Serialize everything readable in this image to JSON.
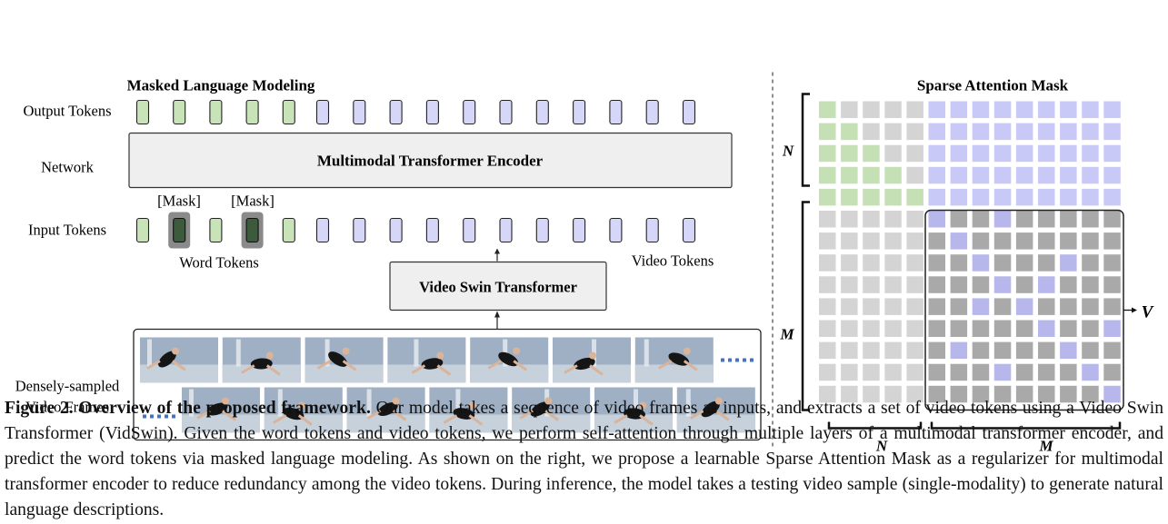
{
  "left_panel": {
    "title": "Masked Language Modeling",
    "row_labels": {
      "output": "Output Tokens",
      "network": "Network",
      "input": "Input Tokens",
      "frames": [
        "Densely-sampled",
        "Video Frames"
      ]
    },
    "encoder_label": "Multimodal Transformer Encoder",
    "swin_label": "Video Swin Transformer",
    "mask_label": "[Mask]",
    "word_tokens_label": "Word Tokens",
    "video_tokens_label": "Video Tokens",
    "word_token_count": 5,
    "video_token_count": 11,
    "masked_word_positions": [
      1,
      3
    ],
    "frames_per_row": 7
  },
  "right_panel": {
    "title": "Sparse Attention Mask",
    "n_size": 5,
    "m_size": 9,
    "label_N": "N",
    "label_M": "M",
    "label_V": "V",
    "learned_cells": [
      [
        0,
        0
      ],
      [
        1,
        1
      ],
      [
        2,
        2
      ],
      [
        3,
        3
      ],
      [
        4,
        4
      ],
      [
        5,
        5
      ],
      [
        6,
        6
      ],
      [
        7,
        7
      ],
      [
        8,
        8
      ],
      [
        0,
        3
      ],
      [
        2,
        6
      ],
      [
        3,
        5
      ],
      [
        4,
        2
      ],
      [
        5,
        8
      ],
      [
        6,
        1
      ],
      [
        7,
        3
      ]
    ]
  },
  "colors": {
    "word_token": "#c8e3b8",
    "video_token": "#d6d6f8",
    "masked_token": "#3d5a3d",
    "mask_green": "#c5e0b4",
    "mask_purple": "#c9c9f7",
    "mask_gray": "#d4d4d4",
    "mask_dark_gray": "#a9a9a9",
    "mask_learned": "#b7b7ec"
  },
  "caption": {
    "label": "Figure 2. Overview of the proposed framework.",
    "text": " Our model takes a sequence of video frames as inputs, and extracts a set of video tokens using a Video Swin Transformer (VidSwin). Given the word tokens and video tokens, we perform self-attention through multiple layers of a multimodal transformer encoder, and predict the word tokens via masked language modeling. As shown on the right, we propose a learnable Sparse Attention Mask as a regularizer for multimodal transformer encoder to reduce redundancy among the video tokens. During inference, the model takes a testing video sample (single-modality) to generate natural language descriptions."
  }
}
